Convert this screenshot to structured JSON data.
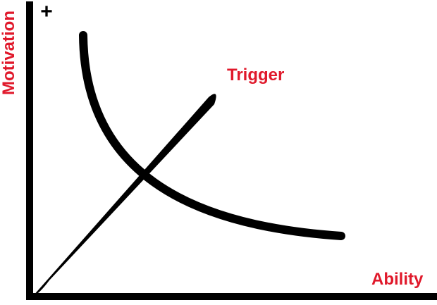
{
  "labels": {
    "y_axis": "Motivation",
    "x_axis": "Ability",
    "trigger": "Trigger",
    "plus": "+"
  },
  "colors": {
    "axis": "#000000",
    "curve": "#000000",
    "label": "#e0192b"
  }
}
